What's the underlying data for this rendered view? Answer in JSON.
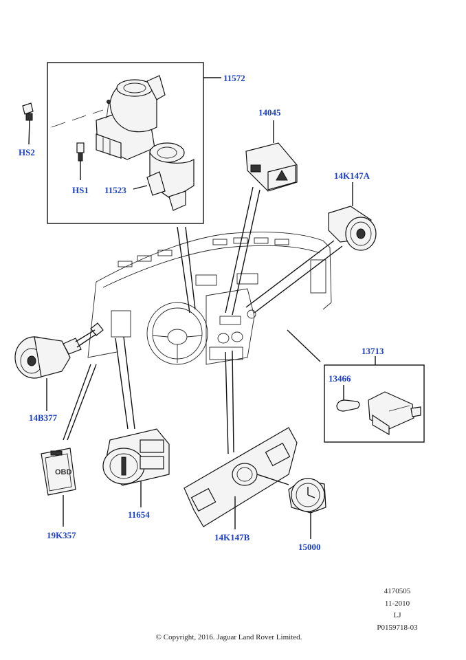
{
  "callout_color": "#1a3fc4",
  "callouts": {
    "c11572": "11572",
    "cHS2": "HS2",
    "cHS1": "HS1",
    "c11523": "11523",
    "c14045": "14045",
    "c14K147A": "14K147A",
    "c14B377": "14B377",
    "c13713": "13713",
    "c13466": "13466",
    "c19K357": "19K357",
    "c11654": "11654",
    "c14K147B": "14K147B",
    "c15000": "15000"
  },
  "obd_label": "OBD",
  "meta": {
    "line1": "4170505",
    "line2": "11-2010",
    "line3": "LJ",
    "line4": "P0159718-03"
  },
  "copyright": "© Copyright, 2016. Jaguar Land Rover Limited."
}
